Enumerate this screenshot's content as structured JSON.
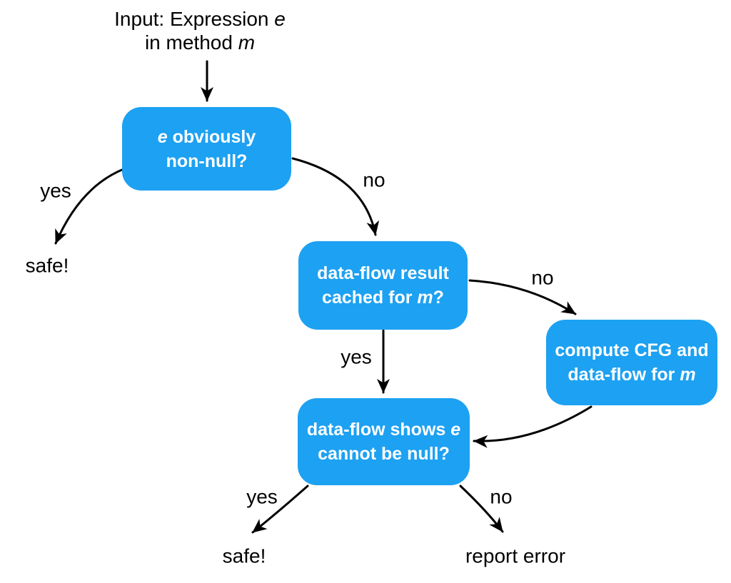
{
  "title": {
    "line1_prefix": "Input: Expression ",
    "line1_var": "e",
    "line2_prefix": "in method ",
    "line2_var": "m"
  },
  "nodes": {
    "obvious": {
      "line1_var": "e",
      "line1_rest": " obviously",
      "line2": "non-null?"
    },
    "cached": {
      "line1": "data-flow result",
      "line2_prefix": "cached for ",
      "line2_var": "m",
      "line2_suffix": "?"
    },
    "compute": {
      "line1": "compute CFG and",
      "line2_prefix": "data-flow for ",
      "line2_var": "m"
    },
    "shows": {
      "line1_prefix": "data-flow shows ",
      "line1_var": "e",
      "line2": "cannot be null?"
    }
  },
  "labels": {
    "yes_obvious": "yes",
    "no_obvious": "no",
    "safe_obvious": "safe!",
    "no_cached": "no",
    "yes_cached": "yes",
    "yes_shows": "yes",
    "no_shows": "no",
    "safe_shows": "safe!",
    "report_error": "report error"
  },
  "colors": {
    "node_fill": "#1da1f2",
    "node_text": "#ffffff",
    "label_color": "#000000",
    "arrow_color": "#000000",
    "bg": "#ffffff"
  }
}
